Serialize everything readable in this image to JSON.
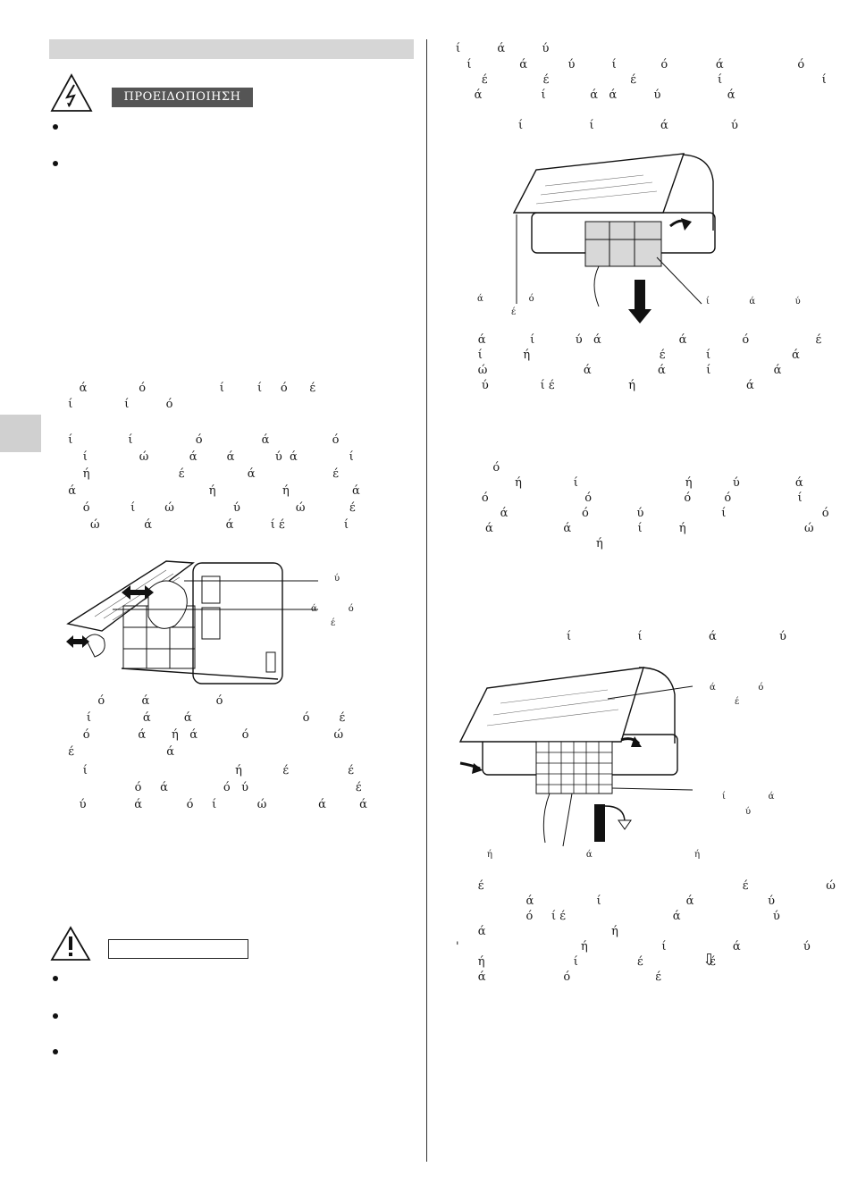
{
  "warning_label": "ΠΡΟΕΙΔΟΠΟΙΗΣΗ",
  "left_text_block_1": [
    "     ά              ό                    ί         ί     ό      έ",
    "  ί              ί          ό"
  ],
  "left_text_block_2": [
    "  ί               ί                 ό                ά                 ό",
    "      ί              ώ           ά        ά           ύ  ά              ί",
    "      ή                        έ                 ά                     έ",
    "  ά                                    ή                  ή                 ά",
    "      ό           ί        ώ                ύ               ώ            έ",
    "        ώ            ά                    ά          ί έ                ί"
  ],
  "left_text_block_3": [
    "          ό          ά                  ό",
    "       ί              ά         ά                              ό        έ",
    "      ό             ά       ή   ά            ό                       ώ",
    "  έ                         ά",
    "      ί                                        ή           έ                έ",
    "                    ό     ά               ό   ύ                             έ",
    "     ύ             ά            ό     ί           ώ              ά         ά"
  ],
  "fig1_captions": [
    "ύ",
    "ά           ό",
    "έ"
  ],
  "right_top_lines": [
    "ί          ά          ύ",
    "   ί             ά           ύ          ί            ό             ά                    ό",
    "       έ               έ                      έ                      ί                           ί",
    "     ά                ί            ά   ά          ύ                  ά"
  ],
  "right_step_line": "ί                  ί                  ά                 ύ",
  "fig2_captions": [
    "ά                ό",
    "έ",
    "ί              ά              ύ"
  ],
  "right_text_block_2": [
    "      ά            ί           ύ   ά                     ά               ό                  έ",
    "      ί           ή                                   έ           ί                      ά",
    "      ώ                          ά                  ά           ί                 ά",
    "       ύ              ί έ                    ή                              ά"
  ],
  "right_text_block_3": [
    "          ό",
    "                ή              ί                             ή           ύ               ά",
    "       ό                          ό                         ό         ό                  ί",
    "            ά                    ό             ύ                     ί                          ό",
    "        ά                   ά                  ί          ή                                ώ",
    "                                      ή"
  ],
  "right_step_line_2": "ί                  ί                  ά                 ύ",
  "fig3_captions": [
    "ά               ό",
    "έ",
    "ί               ά",
    "ύ",
    "ή                                 ά                                    ή"
  ],
  "right_text_block_4": [
    "      έ                                                                      έ                     ώ",
    "                   ά                 ί                       ά                    ύ",
    "                   ό     ί έ                             ά                         ύ",
    "      ά                                  ή",
    "'                                 ή                    ί                  ά                 ύ",
    "      ή                        ί                έ                  έ",
    "      ά                     ό                       έ"
  ],
  "down_arrow_glyph": "⇩",
  "colors": {
    "header_bar": "#d6d6d6",
    "warning_label_bg": "#555555",
    "side_tab": "#d0d0d0"
  }
}
